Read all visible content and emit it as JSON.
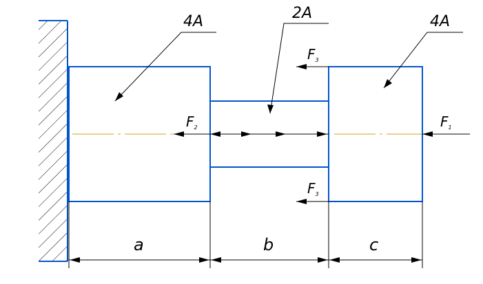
{
  "diagram": {
    "section_labels": {
      "left": "4A",
      "middle": "2A",
      "right": "4A"
    },
    "forces": {
      "f1": {
        "letter": "F",
        "index": "1"
      },
      "f2": {
        "letter": "F",
        "index": "2"
      },
      "f3_top": {
        "letter": "F",
        "index": "3"
      },
      "f3_bottom": {
        "letter": "F",
        "index": "3"
      }
    },
    "dimensions": {
      "a": "a",
      "b": "b",
      "c": "c"
    },
    "colors": {
      "outline": "#0055cc",
      "axis": "#d4a017",
      "lines": "#000000"
    }
  }
}
